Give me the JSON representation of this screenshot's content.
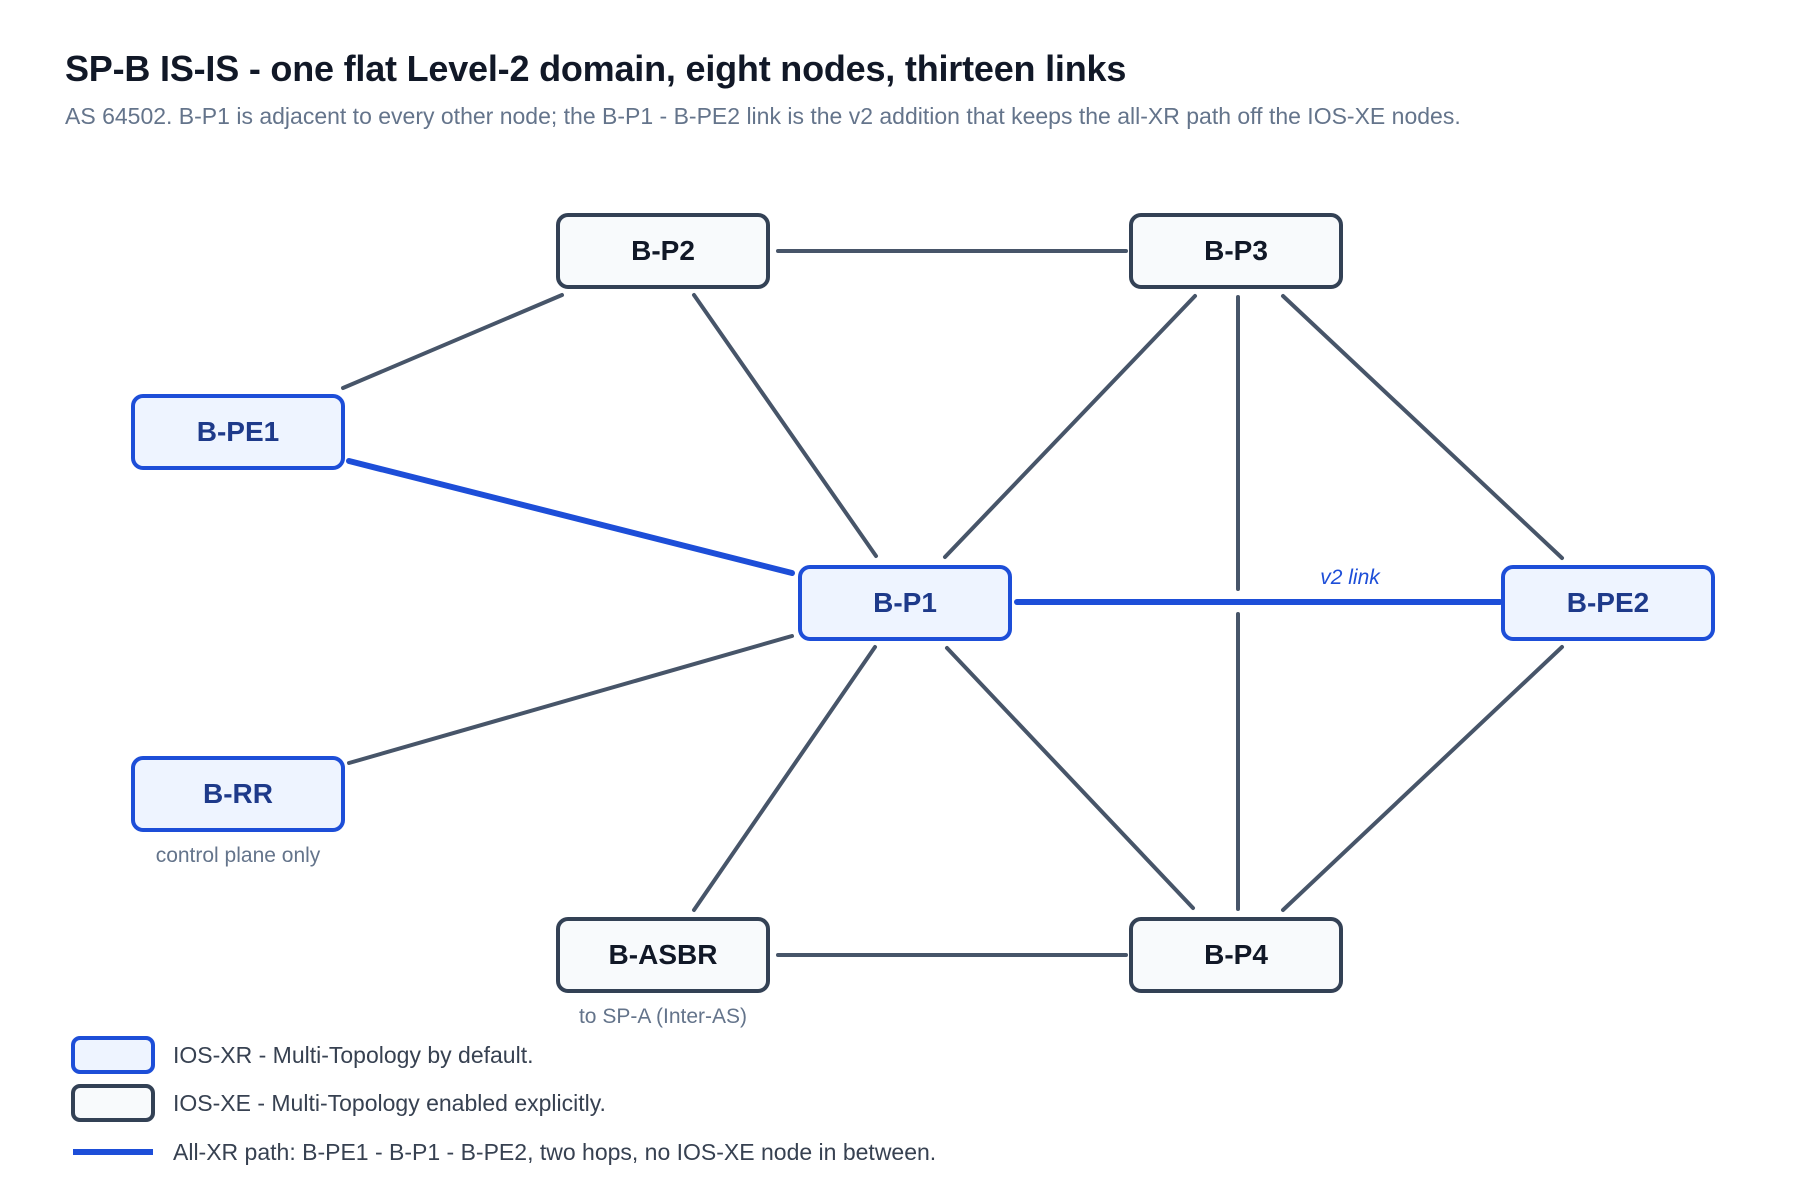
{
  "title": "SP-B IS-IS - one flat Level-2 domain, eight nodes, thirteen links",
  "subtitle": "AS 64502. B-P1 is adjacent to every other node; the B-P1 - B-PE2 link is the v2 addition that keeps the all-XR path off the IOS-XE nodes.",
  "colors": {
    "xr_fill": "#eef4ff",
    "xr_stroke": "#1d4ed8",
    "xr_text": "#1e3a8a",
    "xe_fill": "#f8fafc",
    "xe_stroke": "#334155",
    "xe_text": "#111827",
    "link": "#475569",
    "xr_path": "#1d4ed8"
  },
  "nodes": {
    "bp2": {
      "label": "B-P2",
      "type": "xe"
    },
    "bp3": {
      "label": "B-P3",
      "type": "xe"
    },
    "bpe1": {
      "label": "B-PE1",
      "type": "xr"
    },
    "bp1": {
      "label": "B-P1",
      "type": "xr"
    },
    "bpe2": {
      "label": "B-PE2",
      "type": "xr"
    },
    "brr": {
      "label": "B-RR",
      "type": "xr",
      "note": "control plane only"
    },
    "basbr": {
      "label": "B-ASBR",
      "type": "xe",
      "note": "to SP-A (Inter-AS)"
    },
    "bp4": {
      "label": "B-P4",
      "type": "xe"
    }
  },
  "links": [
    {
      "from": "B-P2",
      "to": "B-P3",
      "xr_path": false
    },
    {
      "from": "B-P2",
      "to": "B-PE1",
      "xr_path": false
    },
    {
      "from": "B-P2",
      "to": "B-P1",
      "xr_path": false
    },
    {
      "from": "B-P3",
      "to": "B-P1",
      "xr_path": false
    },
    {
      "from": "B-P3",
      "to": "B-PE2",
      "xr_path": false
    },
    {
      "from": "B-P3",
      "to": "B-P4",
      "xr_path": false
    },
    {
      "from": "B-PE1",
      "to": "B-P1",
      "xr_path": true
    },
    {
      "from": "B-P1",
      "to": "B-PE2",
      "xr_path": true,
      "label": "v2 link"
    },
    {
      "from": "B-P1",
      "to": "B-RR",
      "xr_path": false
    },
    {
      "from": "B-P1",
      "to": "B-ASBR",
      "xr_path": false
    },
    {
      "from": "B-P1",
      "to": "B-P4",
      "xr_path": false
    },
    {
      "from": "B-PE2",
      "to": "B-P4",
      "xr_path": false
    },
    {
      "from": "B-ASBR",
      "to": "B-P4",
      "xr_path": false
    }
  ],
  "legend": {
    "xr": "IOS-XR - Multi-Topology by default.",
    "xe": "IOS-XE - Multi-Topology enabled explicitly.",
    "path": "All-XR path: B-PE1 - B-P1 - B-PE2, two hops, no IOS-XE node in between."
  }
}
